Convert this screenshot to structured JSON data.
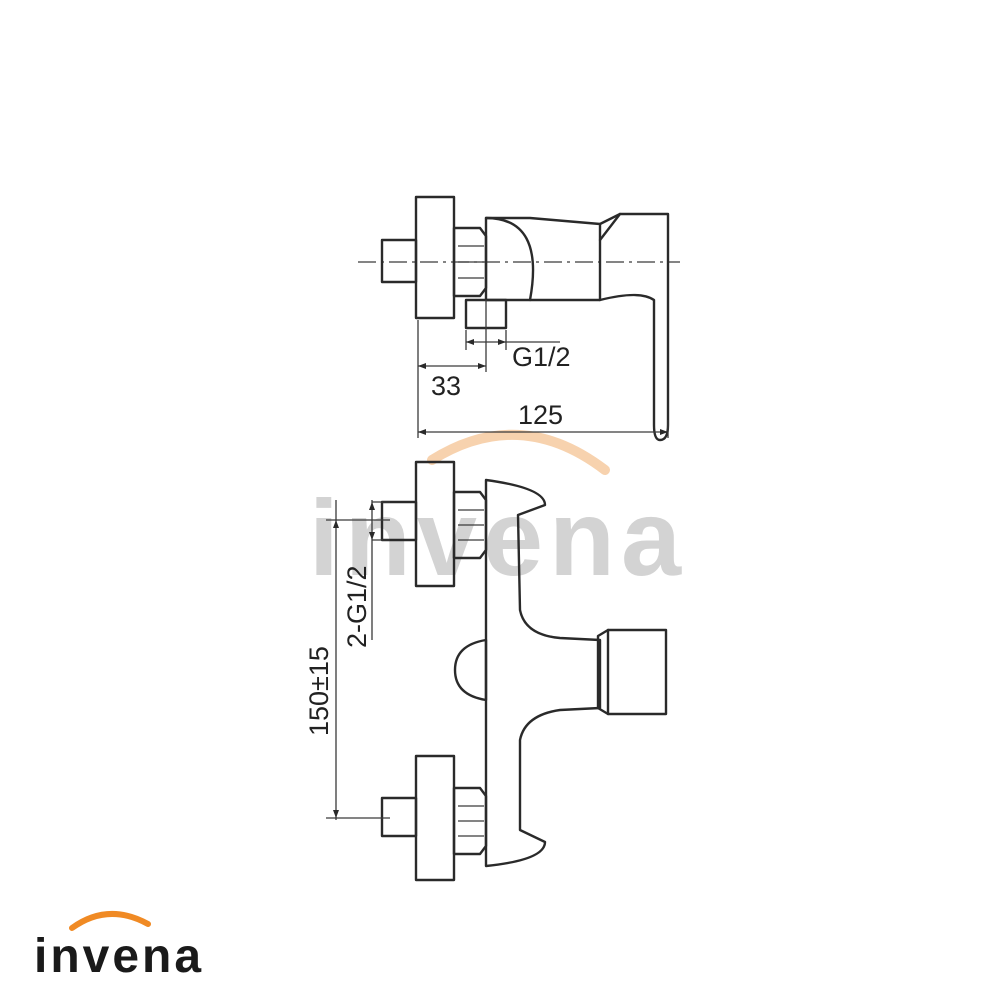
{
  "brand": {
    "name": "invena",
    "accent_color": "#f08a24",
    "text_color": "#1a1a1a",
    "watermark_color": "#d3d3d3",
    "watermark_arc_color": "#f7d2ae"
  },
  "dimensions": {
    "thread_top": "G1/2",
    "offset": "33",
    "overall_length": "125",
    "inlet_threads": "2-G1/2",
    "spacing": "150±15"
  }
}
